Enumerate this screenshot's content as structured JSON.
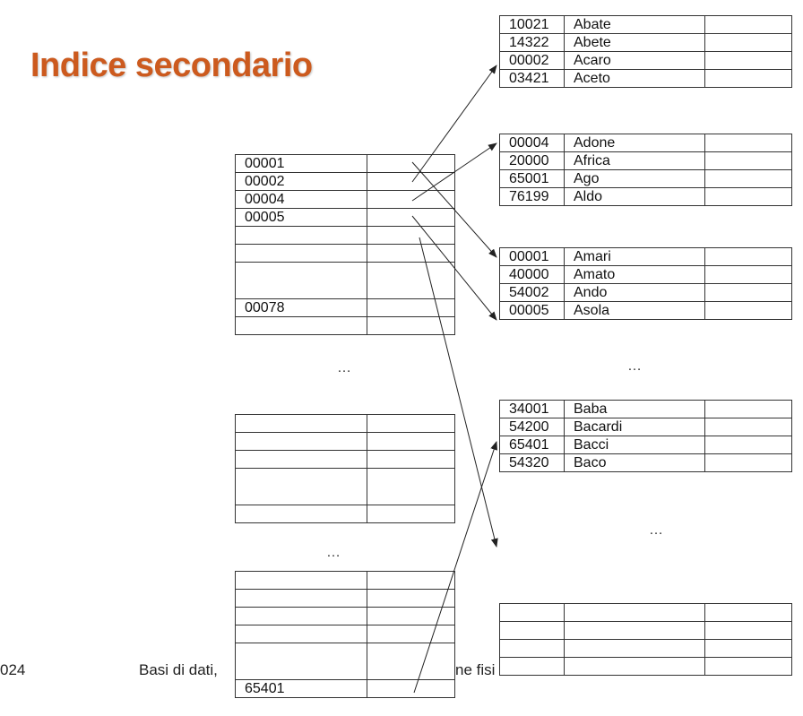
{
  "title": "Indice secondario",
  "footer": {
    "left_fragment": "024",
    "middle_fragment": "Basi di dati,",
    "right_fragment": "ne fisi"
  },
  "index_block_1": [
    "00001",
    "00002",
    "00004",
    "00005",
    "",
    "",
    "",
    "00078",
    ""
  ],
  "index_block_3_last": "65401",
  "ellipsis": "…",
  "data_blocks": [
    [
      [
        "10021",
        "Abate"
      ],
      [
        "14322",
        "Abete"
      ],
      [
        "00002",
        "Acaro"
      ],
      [
        "03421",
        "Aceto"
      ]
    ],
    [
      [
        "00004",
        "Adone"
      ],
      [
        "20000",
        "Africa"
      ],
      [
        "65001",
        "Ago"
      ],
      [
        "76199",
        "Aldo"
      ]
    ],
    [
      [
        "00001",
        "Amari"
      ],
      [
        "40000",
        "Amato"
      ],
      [
        "54002",
        "Ando"
      ],
      [
        "00005",
        "Asola"
      ]
    ],
    [
      [
        "34001",
        "Baba"
      ],
      [
        "54200",
        "Bacardi"
      ],
      [
        "65401",
        "Bacci"
      ],
      [
        "54320",
        "Baco"
      ]
    ]
  ]
}
